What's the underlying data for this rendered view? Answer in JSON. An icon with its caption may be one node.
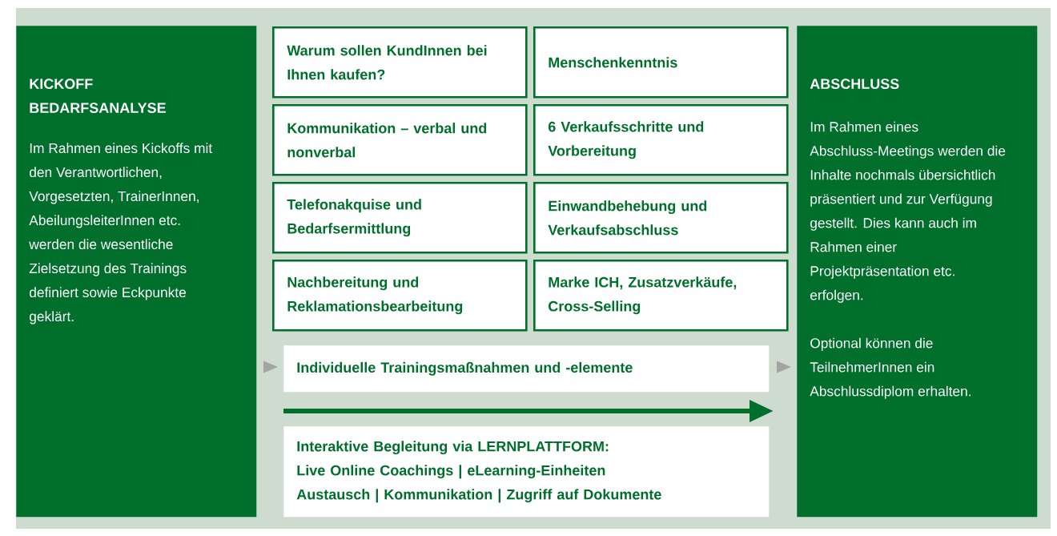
{
  "diagram": {
    "nodes": [
      {
        "text": [
          "KICKOFF BEDARFSANALYSE",
          "Im Rahmen eines Kickoffs mit den Verantwortlichen, Vorgesetzten, TrainerInnen, AbeilungsleiterInnen etc. werden die wesentliche Zielsetzung des Trainings definiert sowie Eckpunkte geklärt."
        ]
      },
      {
        "text": [
          "Warum sollen KundInnen bei Ihnen kaufen?"
        ]
      },
      {
        "text": [
          "Menschenkenntnis"
        ]
      },
      {
        "text": [
          "Kommunikation – verbal und nonverbal"
        ]
      },
      {
        "text": [
          "6 Verkaufsschritte und Vorbereitung"
        ]
      },
      {
        "text": [
          "Telefonakquise und Bedarfsermittlung"
        ]
      },
      {
        "text": [
          "Einwandbehebung und Verkaufsabschluss"
        ]
      },
      {
        "text": [
          "Nachbereitung und Reklamationsbearbeitung"
        ]
      },
      {
        "text": [
          "Marke ICH, Zusatzverkäufe, Cross-Selling"
        ]
      },
      {
        "text": [
          "Individuelle Trainingsmaßnahmen und -elemente"
        ]
      },
      {
        "text": [
          "Interaktive Begleitung via LERNPLATTFORM:",
          "Live Online Coachings | eLearning-Einheiten",
          "Austausch | Kommunikation | Zugriff auf Dokumente"
        ]
      },
      {
        "text": [
          "ABSCHLUSS",
          "Im Rahmen eines Abschluss-Meetings werden die Inhalte nochmals übersichtlich präsentiert und zur Verfügung gestellt. Dies kann auch im Rahmen einer Projektpräsentation etc. erfolgen.",
          "Optional können die TeilnehmerInnen ein Abschlussdiplom erhalten."
        ]
      }
    ],
    "edges": [
      {
        "from": 0,
        "to": 9,
        "arrow": "to"
      },
      {
        "from": 9,
        "to": 11,
        "arrow": "to"
      },
      {
        "from": null,
        "to": 11,
        "arrow": "to",
        "color": "#006f2c"
      }
    ]
  }
}
